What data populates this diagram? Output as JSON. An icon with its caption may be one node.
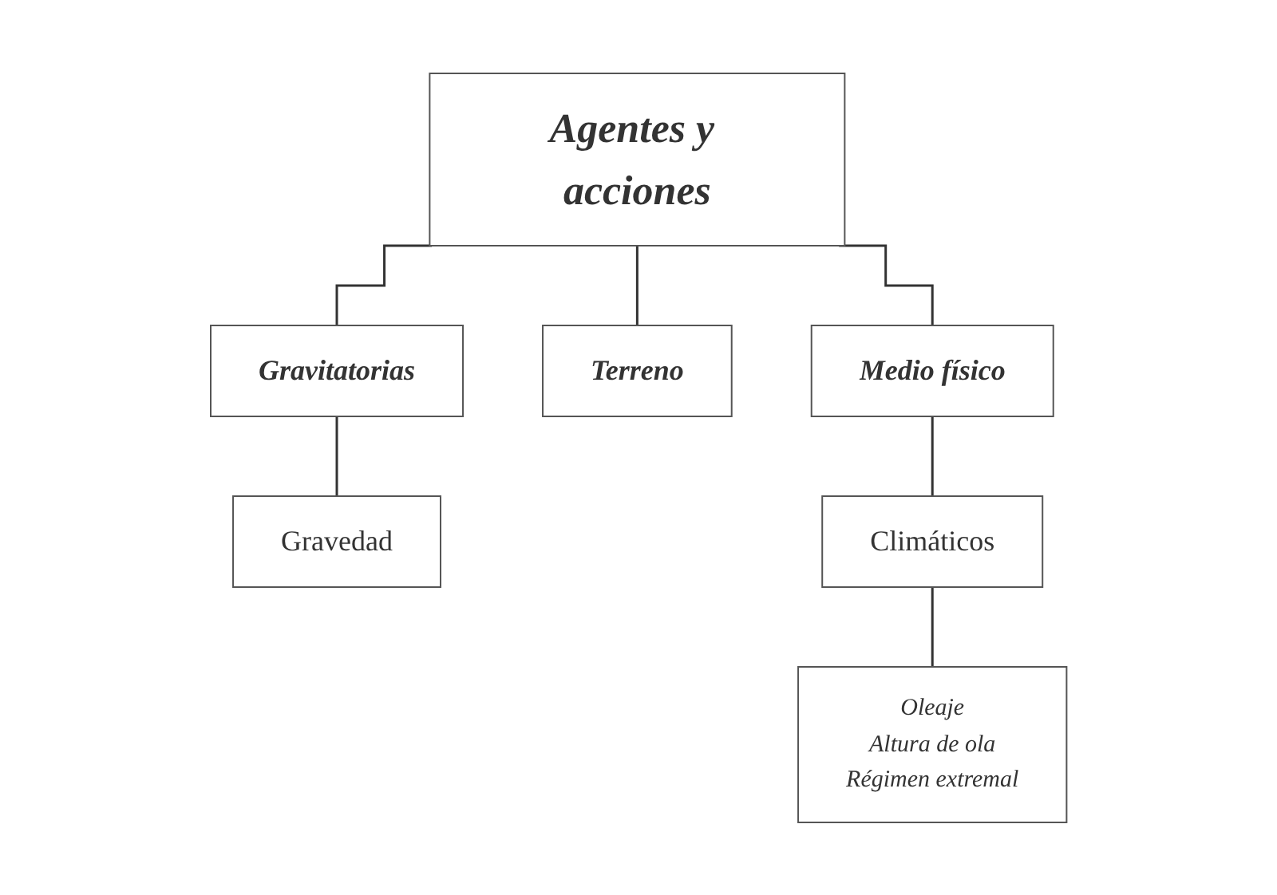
{
  "diagram": {
    "nodes": [
      {
        "text": [
          "Agentes y acciones"
        ]
      },
      {
        "text": [
          "Gravitatorias"
        ]
      },
      {
        "text": [
          "Terreno"
        ]
      },
      {
        "text": [
          "Medio físico"
        ]
      },
      {
        "text": [
          "Gravedad"
        ]
      },
      {
        "text": [
          "Climáticos"
        ]
      },
      {
        "text": [
          "Oleaje",
          "Altura de ola",
          "Régimen extremal"
        ]
      }
    ],
    "edges": [
      {
        "from": 0,
        "to": 1,
        "arrow": "none"
      },
      {
        "from": 0,
        "to": 2,
        "arrow": "none"
      },
      {
        "from": 0,
        "to": 3,
        "arrow": "none"
      },
      {
        "from": 1,
        "to": 4,
        "arrow": "none"
      },
      {
        "from": 3,
        "to": 5,
        "arrow": "none"
      },
      {
        "from": 5,
        "to": 6,
        "arrow": "none"
      }
    ]
  }
}
